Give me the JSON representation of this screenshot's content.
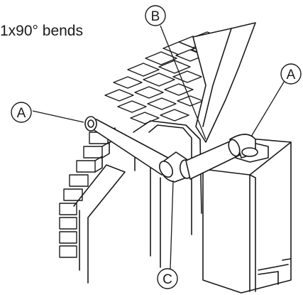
{
  "caption": "1x90° bends",
  "callouts": {
    "a_left": "A",
    "a_right": "A",
    "b": "B",
    "c": "C"
  }
}
